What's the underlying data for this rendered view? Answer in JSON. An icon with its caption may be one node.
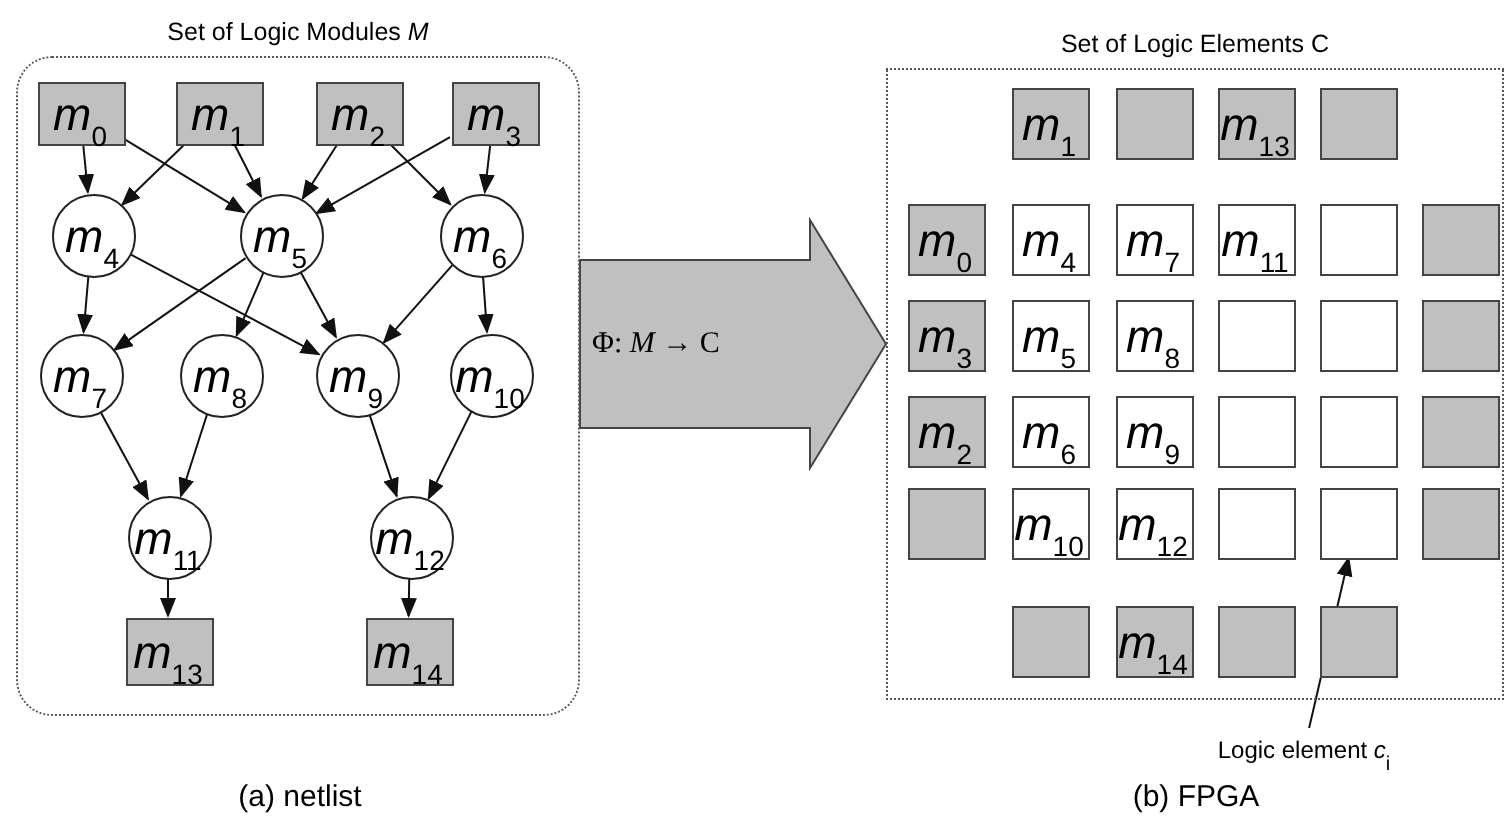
{
  "diagram": {
    "nodes": [
      {
        "text": [
          "Set of Logic Modules *M*"
        ]
      },
      {
        "text": [
          "*m*$_{0}$"
        ],
        "in": 0
      },
      {
        "text": [
          "*m*$_{1}$"
        ],
        "in": 0
      },
      {
        "text": [
          "*m*$_{2}$"
        ],
        "in": 0
      },
      {
        "text": [
          "*m*$_{3}$"
        ],
        "in": 0
      },
      {
        "text": [
          "*m*$_{4}$"
        ],
        "in": 0
      },
      {
        "text": [
          "*m*$_{5}$"
        ],
        "in": 0
      },
      {
        "text": [
          "*m*$_{6}$"
        ],
        "in": 0
      },
      {
        "text": [
          "*m*$_{7}$"
        ],
        "in": 0
      },
      {
        "text": [
          "*m*$_{8}$"
        ],
        "in": 0
      },
      {
        "text": [
          "*m*$_{9}$"
        ],
        "in": 0
      },
      {
        "text": [
          "*m*$_{10}$"
        ],
        "in": 0
      },
      {
        "text": [
          "*m*$_{11}$"
        ],
        "in": 0
      },
      {
        "text": [
          "*m*$_{12}$"
        ],
        "in": 0
      },
      {
        "text": [
          "*m*$_{13}$"
        ],
        "in": 0
      },
      {
        "text": [
          "*m*$_{14}$"
        ],
        "in": 0
      },
      {
        "text": [
          "Set of Logic Elements C"
        ]
      },
      {
        "text": [
          "*m*$_{1}$"
        ],
        "in": 16
      },
      {
        "text": [],
        "shape": "box",
        "in": 16
      },
      {
        "text": [
          "*m*$_{13}$"
        ],
        "in": 16
      },
      {
        "text": [],
        "shape": "box",
        "in": 16
      },
      {
        "text": [
          "*m*$_{0}$"
        ],
        "in": 16
      },
      {
        "text": [
          "*m*$_{4}$"
        ],
        "in": 16
      },
      {
        "text": [
          "*m*$_{7}$"
        ],
        "in": 16
      },
      {
        "text": [
          "*m*$_{11}$"
        ],
        "in": 16
      },
      {
        "text": [],
        "shape": "box",
        "in": 16
      },
      {
        "text": [],
        "shape": "box",
        "in": 16
      },
      {
        "text": [
          "*m*$_{3}$"
        ],
        "in": 16
      },
      {
        "text": [
          "*m*$_{5}$"
        ],
        "in": 16
      },
      {
        "text": [
          "*m*$_{8}$"
        ],
        "in": 16
      },
      {
        "text": [],
        "shape": "box",
        "in": 16
      },
      {
        "text": [],
        "shape": "box",
        "in": 16
      },
      {
        "text": [],
        "shape": "box",
        "in": 16
      },
      {
        "text": [
          "*m*$_{2}$"
        ],
        "in": 16
      },
      {
        "text": [
          "*m*$_{6}$"
        ],
        "in": 16
      },
      {
        "text": [
          "*m*$_{9}$"
        ],
        "in": 16
      },
      {
        "text": [],
        "shape": "box",
        "in": 16
      },
      {
        "text": [],
        "shape": "box",
        "in": 16
      },
      {
        "text": [],
        "shape": "box",
        "in": 16
      },
      {
        "text": [],
        "shape": "box",
        "in": 16
      },
      {
        "text": [
          "*m*$_{10}$"
        ],
        "in": 16
      },
      {
        "text": [
          "*m*$_{12}$"
        ],
        "in": 16
      },
      {
        "text": [],
        "shape": "box",
        "in": 16
      },
      {
        "text": [],
        "shape": "box",
        "in": 16
      },
      {
        "text": [],
        "shape": "box",
        "in": 16
      },
      {
        "text": [],
        "shape": "box",
        "in": 16
      },
      {
        "text": [
          "*m*$_{14}$"
        ],
        "in": 16
      },
      {
        "text": [],
        "shape": "box",
        "in": 16
      },
      {
        "text": [],
        "shape": "box",
        "in": 16
      },
      {
        "text": [
          "Logic element *c*$_{i}$"
        ]
      }
    ],
    "edges": [
      {
        "from": 1,
        "to": 5,
        "arrow": "to"
      },
      {
        "from": 1,
        "to": 6,
        "arrow": "to"
      },
      {
        "from": 2,
        "to": 5,
        "arrow": "to"
      },
      {
        "from": 2,
        "to": 6,
        "arrow": "to"
      },
      {
        "from": 3,
        "to": 6,
        "arrow": "to"
      },
      {
        "from": 3,
        "to": 7,
        "arrow": "to"
      },
      {
        "from": 4,
        "to": 6,
        "arrow": "to"
      },
      {
        "from": 4,
        "to": 7,
        "arrow": "to"
      },
      {
        "from": 5,
        "to": 8,
        "arrow": "to"
      },
      {
        "from": 5,
        "to": 10,
        "arrow": "to"
      },
      {
        "from": 6,
        "to": 8,
        "arrow": "to"
      },
      {
        "from": 6,
        "to": 9,
        "arrow": "to"
      },
      {
        "from": 6,
        "to": 10,
        "arrow": "to"
      },
      {
        "from": 7,
        "to": 10,
        "arrow": "to"
      },
      {
        "from": 7,
        "to": 11,
        "arrow": "to"
      },
      {
        "from": 8,
        "to": 12,
        "arrow": "to"
      },
      {
        "from": 9,
        "to": 12,
        "arrow": "to"
      },
      {
        "from": 10,
        "to": 13,
        "arrow": "to"
      },
      {
        "from": 11,
        "to": 13,
        "arrow": "to"
      },
      {
        "from": 12,
        "to": 14,
        "arrow": "to"
      },
      {
        "from": 13,
        "to": 15,
        "arrow": "to"
      },
      {
        "from": 0,
        "to": 16,
        "arrow": "to",
        "label": "Φ: *M* → C",
        "style": "thick"
      },
      {
        "from": 49,
        "to": 43,
        "arrow": "to"
      }
    ],
    "labels": [
      "(a) netlist",
      "(b) FPGA"
    ]
  }
}
